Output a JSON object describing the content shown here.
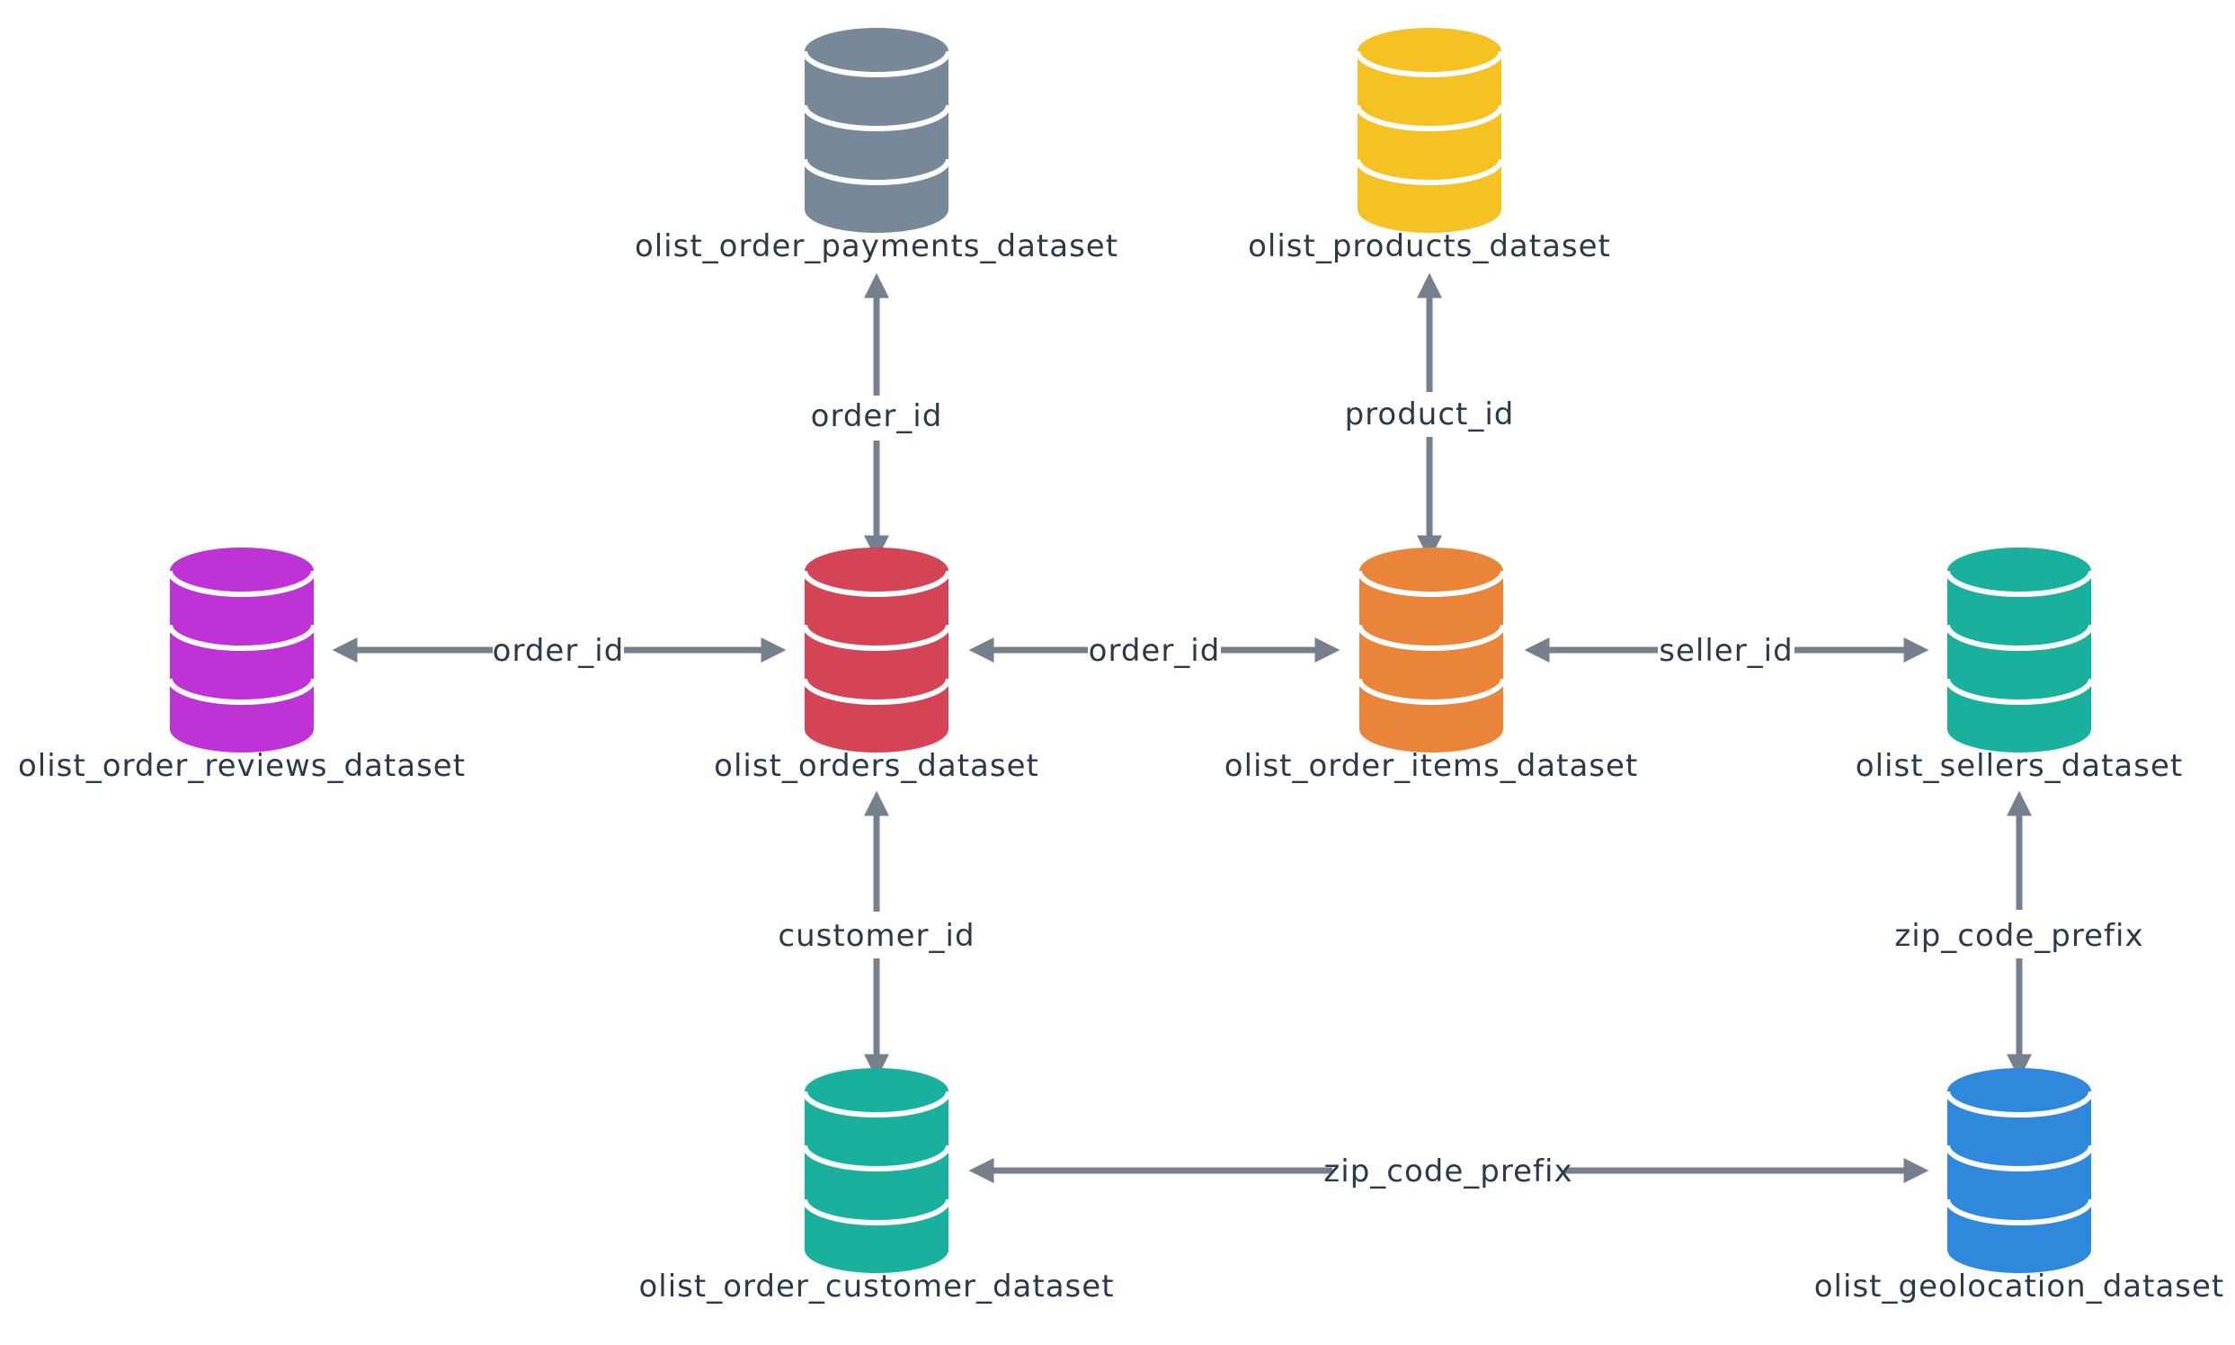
{
  "diagram": {
    "colors": {
      "edge": "#76808c",
      "text": "#2b3a4a",
      "background": "#ffffff"
    },
    "nodes": {
      "payments": {
        "label": "olist_order_payments_dataset",
        "color": "#778999",
        "icon": "database-icon"
      },
      "products": {
        "label": "olist_products_dataset",
        "color": "#f6c223",
        "icon": "database-icon"
      },
      "reviews": {
        "label": "olist_order_reviews_dataset",
        "color": "#bf33d6",
        "icon": "database-icon"
      },
      "orders": {
        "label": "olist_orders_dataset",
        "color": "#d54356",
        "icon": "database-icon"
      },
      "items": {
        "label": "olist_order_items_dataset",
        "color": "#ea8438",
        "icon": "database-icon"
      },
      "sellers": {
        "label": "olist_sellers_dataset",
        "color": "#1ab09e",
        "icon": "database-icon"
      },
      "customer": {
        "label": "olist_order_customer_dataset",
        "color": "#1ab09e",
        "icon": "database-icon"
      },
      "geolocation": {
        "label": "olist_geolocation_dataset",
        "color": "#2f88dc",
        "icon": "database-icon"
      }
    },
    "edges": {
      "payments_orders": {
        "label": "order_id",
        "from": "payments",
        "to": "orders"
      },
      "products_items": {
        "label": "product_id",
        "from": "products",
        "to": "items"
      },
      "reviews_orders": {
        "label": "order_id",
        "from": "reviews",
        "to": "orders"
      },
      "orders_items": {
        "label": "order_id",
        "from": "orders",
        "to": "items"
      },
      "items_sellers": {
        "label": "seller_id",
        "from": "items",
        "to": "sellers"
      },
      "orders_customer": {
        "label": "customer_id",
        "from": "orders",
        "to": "customer"
      },
      "sellers_geolocation": {
        "label": "zip_code_prefix",
        "from": "sellers",
        "to": "geolocation"
      },
      "customer_geolocation": {
        "label": "zip_code_prefix",
        "from": "customer",
        "to": "geolocation"
      }
    }
  }
}
